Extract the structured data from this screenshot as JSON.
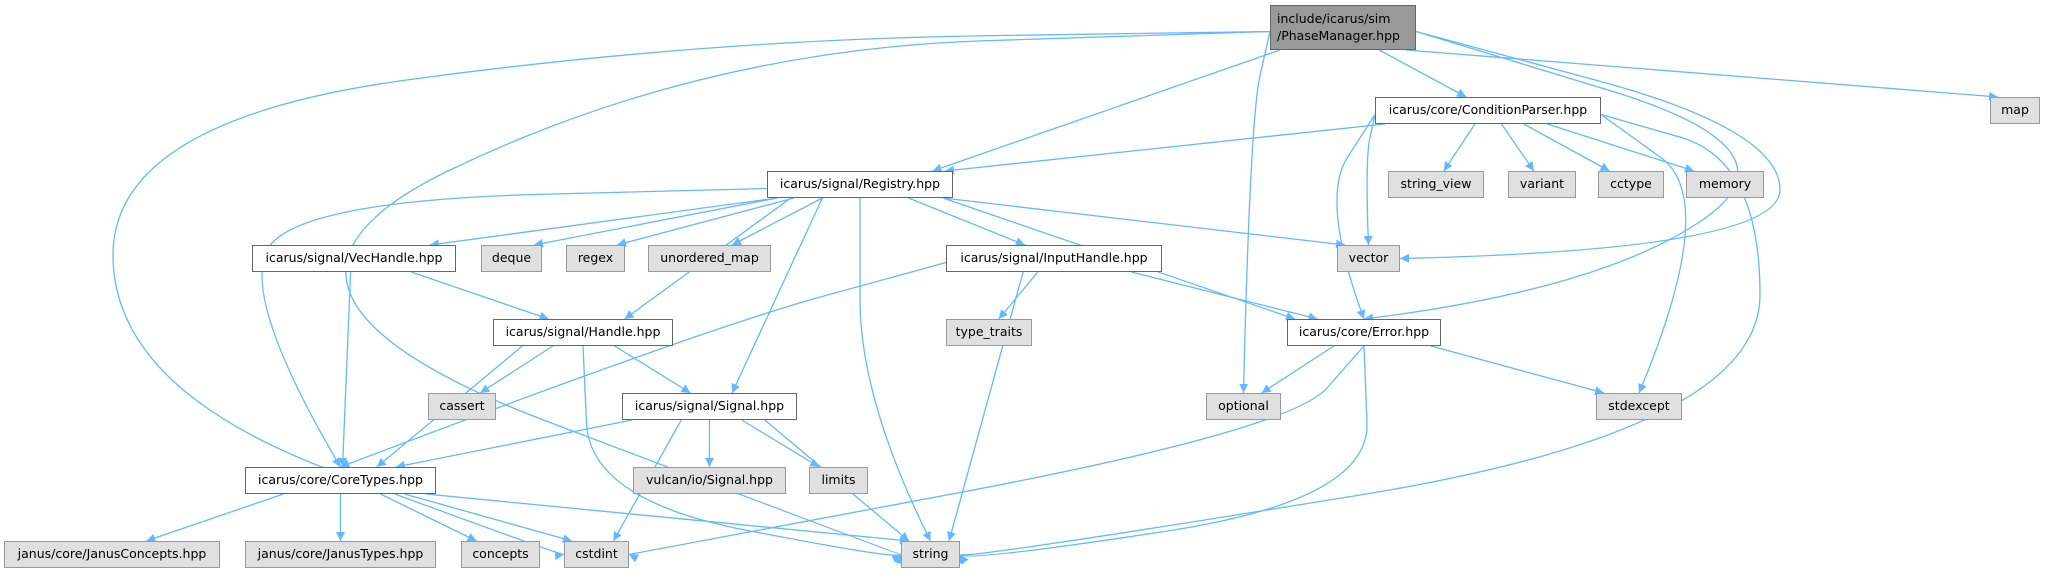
{
  "graph": {
    "edge_color": "#63b8ff",
    "nodes": [
      {
        "id": "phasemanager",
        "label": "include/icarus/sim\n/PhaseManager.hpp",
        "kind": "root"
      },
      {
        "id": "conditionparser",
        "label": "icarus/core/ConditionParser.hpp",
        "kind": "local"
      },
      {
        "id": "map",
        "label": "map",
        "kind": "sys"
      },
      {
        "id": "registry",
        "label": "icarus/signal/Registry.hpp",
        "kind": "local"
      },
      {
        "id": "string_view",
        "label": "string_view",
        "kind": "sys"
      },
      {
        "id": "variant",
        "label": "variant",
        "kind": "sys"
      },
      {
        "id": "cctype",
        "label": "cctype",
        "kind": "sys"
      },
      {
        "id": "memory",
        "label": "memory",
        "kind": "sys"
      },
      {
        "id": "vechandle",
        "label": "icarus/signal/VecHandle.hpp",
        "kind": "local"
      },
      {
        "id": "deque",
        "label": "deque",
        "kind": "sys"
      },
      {
        "id": "regex",
        "label": "regex",
        "kind": "sys"
      },
      {
        "id": "unordered_map",
        "label": "unordered_map",
        "kind": "sys"
      },
      {
        "id": "inputhandle",
        "label": "icarus/signal/InputHandle.hpp",
        "kind": "local"
      },
      {
        "id": "vector",
        "label": "vector",
        "kind": "sys"
      },
      {
        "id": "handle",
        "label": "icarus/signal/Handle.hpp",
        "kind": "local"
      },
      {
        "id": "type_traits",
        "label": "type_traits",
        "kind": "sys"
      },
      {
        "id": "error",
        "label": "icarus/core/Error.hpp",
        "kind": "local"
      },
      {
        "id": "cassert",
        "label": "cassert",
        "kind": "sys"
      },
      {
        "id": "signal",
        "label": "icarus/signal/Signal.hpp",
        "kind": "local"
      },
      {
        "id": "optional",
        "label": "optional",
        "kind": "sys"
      },
      {
        "id": "stdexcept",
        "label": "stdexcept",
        "kind": "sys"
      },
      {
        "id": "coretypes",
        "label": "icarus/core/CoreTypes.hpp",
        "kind": "local"
      },
      {
        "id": "vulcan_signal",
        "label": "vulcan/io/Signal.hpp",
        "kind": "sys"
      },
      {
        "id": "limits",
        "label": "limits",
        "kind": "sys"
      },
      {
        "id": "janusconcepts",
        "label": "janus/core/JanusConcepts.hpp",
        "kind": "sys"
      },
      {
        "id": "janustypes",
        "label": "janus/core/JanusTypes.hpp",
        "kind": "sys"
      },
      {
        "id": "concepts",
        "label": "concepts",
        "kind": "sys"
      },
      {
        "id": "cstdint",
        "label": "cstdint",
        "kind": "sys"
      },
      {
        "id": "string",
        "label": "string",
        "kind": "sys"
      }
    ],
    "edges": [
      [
        "phasemanager",
        "registry"
      ],
      [
        "phasemanager",
        "conditionparser"
      ],
      [
        "phasemanager",
        "map"
      ],
      [
        "phasemanager",
        "optional"
      ],
      [
        "phasemanager",
        "vector"
      ],
      [
        "phasemanager",
        "error"
      ],
      [
        "phasemanager",
        "cstdint"
      ],
      [
        "phasemanager",
        "string"
      ],
      [
        "conditionparser",
        "registry"
      ],
      [
        "conditionparser",
        "string_view"
      ],
      [
        "conditionparser",
        "variant"
      ],
      [
        "conditionparser",
        "cctype"
      ],
      [
        "conditionparser",
        "memory"
      ],
      [
        "conditionparser",
        "vector"
      ],
      [
        "conditionparser",
        "error"
      ],
      [
        "conditionparser",
        "stdexcept"
      ],
      [
        "conditionparser",
        "string"
      ],
      [
        "registry",
        "vechandle"
      ],
      [
        "registry",
        "deque"
      ],
      [
        "registry",
        "regex"
      ],
      [
        "registry",
        "unordered_map"
      ],
      [
        "registry",
        "handle"
      ],
      [
        "registry",
        "signal"
      ],
      [
        "registry",
        "string"
      ],
      [
        "registry",
        "inputhandle"
      ],
      [
        "registry",
        "vector"
      ],
      [
        "registry",
        "error"
      ],
      [
        "registry",
        "coretypes"
      ],
      [
        "vechandle",
        "coretypes"
      ],
      [
        "vechandle",
        "handle"
      ],
      [
        "inputhandle",
        "type_traits"
      ],
      [
        "inputhandle",
        "string"
      ],
      [
        "inputhandle",
        "error"
      ],
      [
        "inputhandle",
        "coretypes"
      ],
      [
        "handle",
        "cassert"
      ],
      [
        "handle",
        "signal"
      ],
      [
        "handle",
        "coretypes"
      ],
      [
        "handle",
        "string"
      ],
      [
        "error",
        "optional"
      ],
      [
        "error",
        "stdexcept"
      ],
      [
        "error",
        "cstdint"
      ],
      [
        "error",
        "string"
      ],
      [
        "signal",
        "coretypes"
      ],
      [
        "signal",
        "vulcan_signal"
      ],
      [
        "signal",
        "limits"
      ],
      [
        "signal",
        "string"
      ],
      [
        "signal",
        "cstdint"
      ],
      [
        "coretypes",
        "janusconcepts"
      ],
      [
        "coretypes",
        "janustypes"
      ],
      [
        "coretypes",
        "concepts"
      ],
      [
        "coretypes",
        "cstdint"
      ],
      [
        "coretypes",
        "string"
      ]
    ]
  }
}
